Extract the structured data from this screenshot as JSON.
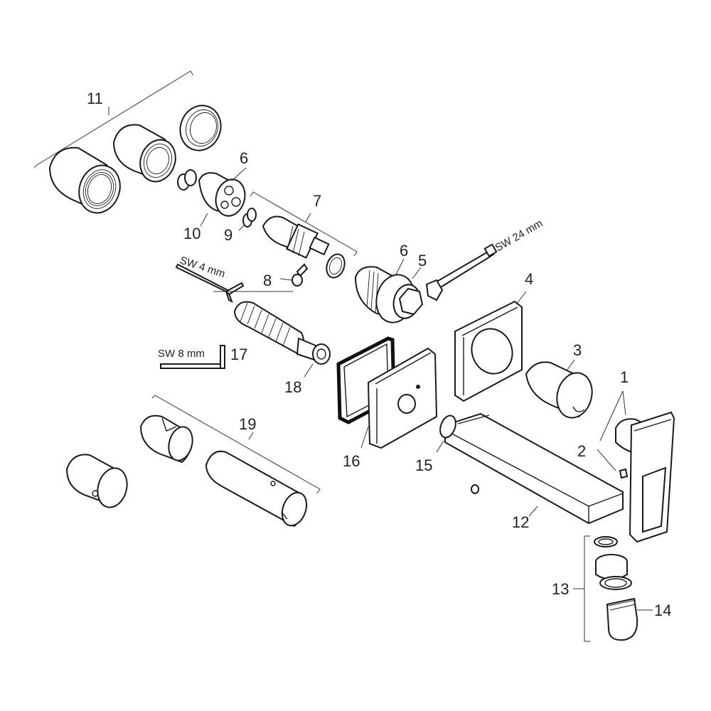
{
  "callouts": {
    "c1": "1",
    "c2": "2",
    "c3": "3",
    "c4": "4",
    "c5": "5",
    "c6a": "6",
    "c6b": "6",
    "c7": "7",
    "c8": "8",
    "c9": "9",
    "c10": "10",
    "c11": "11",
    "c12": "12",
    "c13": "13",
    "c14": "14",
    "c15": "15",
    "c16": "16",
    "c17": "17",
    "c18": "18",
    "c19": "19"
  },
  "tools": {
    "sw24": "SW 24 mm",
    "sw4": "SW 4 mm",
    "sw8": "SW 8 mm"
  },
  "colors": {
    "line": "#1a1a1a",
    "background": "#ffffff"
  }
}
